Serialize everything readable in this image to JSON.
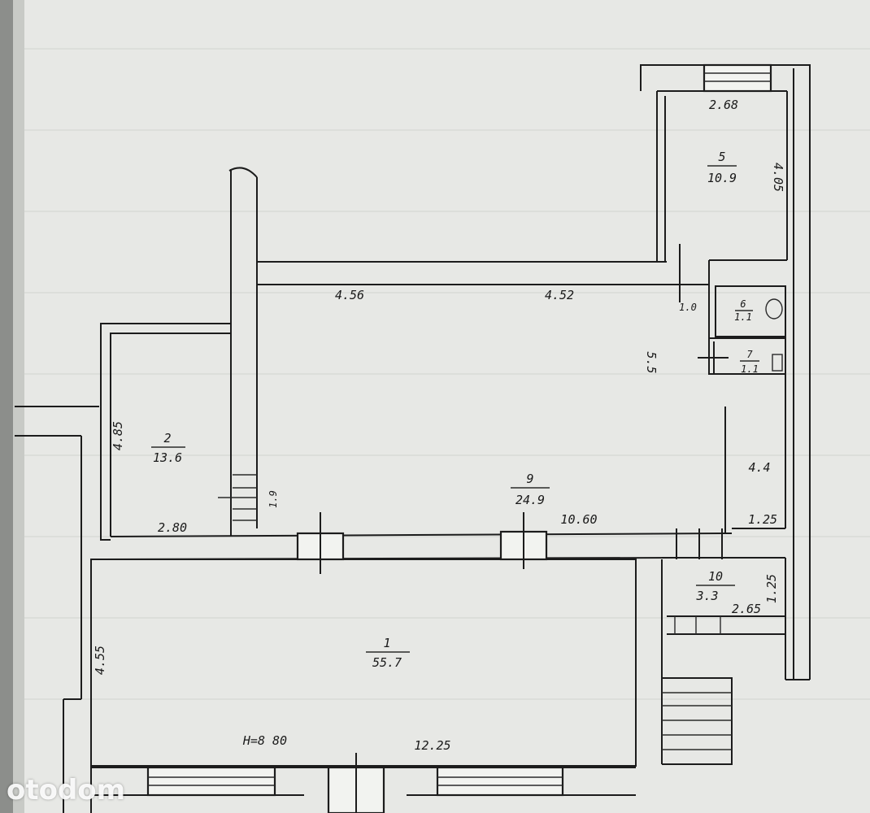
{
  "rooms": [
    {
      "number": "1",
      "area": "55.7"
    },
    {
      "number": "2",
      "area": "13.6"
    },
    {
      "number": "5",
      "area": "10.9"
    },
    {
      "number": "6",
      "area": "1.1"
    },
    {
      "number": "7",
      "area": "1.1"
    },
    {
      "number": "9",
      "area": "24.9"
    },
    {
      "number": "10",
      "area": "3.3"
    }
  ],
  "dimensions": {
    "r5_top": "2.68",
    "r5_side": "4.05",
    "r9_top_left": "4.56",
    "r9_top_right": "4.52",
    "r9_bottom": "10.60",
    "r9_side": "5.5",
    "r2_side": "4.85",
    "r2_bottom": "2.80",
    "step_height": "1.9",
    "corridor_side": "4.4",
    "corridor_bottom": "1.25",
    "r10_width": "2.65",
    "r10_side": "1.25",
    "r1_side": "4.55",
    "r1_bottom": "12.25",
    "door_mark": "1.0"
  },
  "handwritten_note": "H=8 80",
  "watermark": "otodom"
}
